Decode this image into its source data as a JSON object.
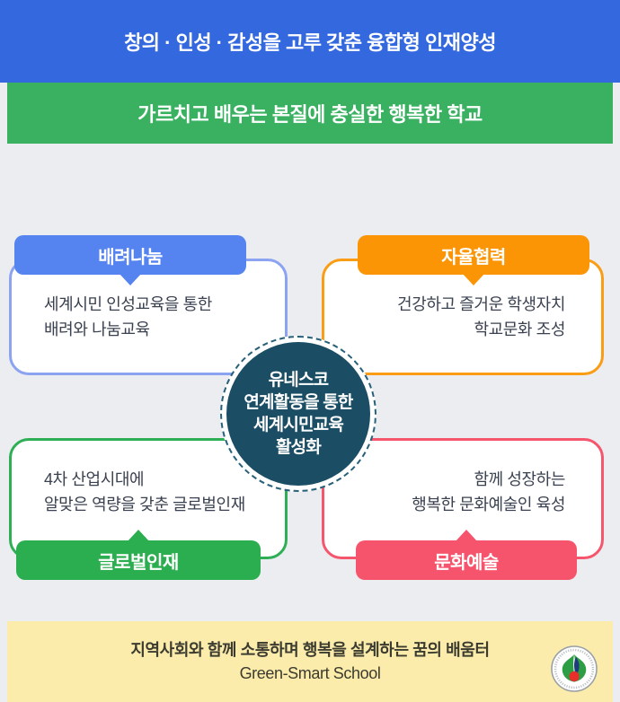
{
  "page": {
    "background": "#EBEDF1"
  },
  "vision_banner": {
    "title": "창의 · 인성 · 감성을 고루 갖춘 융합형 인재양성",
    "color": "#3368DF"
  },
  "mission_banner": {
    "title": "가르치고 배우는 본질에 충실한 행복한 학교",
    "color": "#39B161"
  },
  "cards": [
    {
      "id": "care-sharing",
      "position": "top-left",
      "align": "left",
      "tab": "배려나눔",
      "tab_color": "#5584F0",
      "border_color": "#8CA3F2",
      "lines": [
        "세계시민 인성교육을 통한",
        "배려와 나눔교육"
      ]
    },
    {
      "id": "autonomy-cooperation",
      "position": "top-right",
      "align": "right",
      "tab": "자율협력",
      "tab_color": "#FB9505",
      "border_color": "#FA9D15",
      "lines": [
        "건강하고 즐거운 학생자치",
        "학교문화 조성"
      ]
    },
    {
      "id": "global-talent",
      "position": "bottom-left",
      "align": "left",
      "tab": "글로벌인재",
      "tab_color": "#2BAE4F",
      "border_color": "#2FAF55",
      "lines": [
        "4차 산업시대에",
        "알맞은 역량을 갖춘 글로벌인재"
      ]
    },
    {
      "id": "culture-art",
      "position": "bottom-right",
      "align": "right",
      "tab": "문화예술",
      "tab_color": "#F6546C",
      "border_color": "#F5566E",
      "lines": [
        "함께 성장하는",
        "행복한 문화예술인 육성"
      ]
    }
  ],
  "center_circle": {
    "color": "#1B4E65",
    "lines": [
      "유네스코",
      "연계활동을 통한",
      "세계시민교육",
      "활성화"
    ]
  },
  "footer": {
    "color": "#FCECAB",
    "line1": "지역사회와 함께 소통하며 행복을 설계하는 꿈의 배움터",
    "line2": "Green-Smart School",
    "logo": "school-emblem"
  }
}
